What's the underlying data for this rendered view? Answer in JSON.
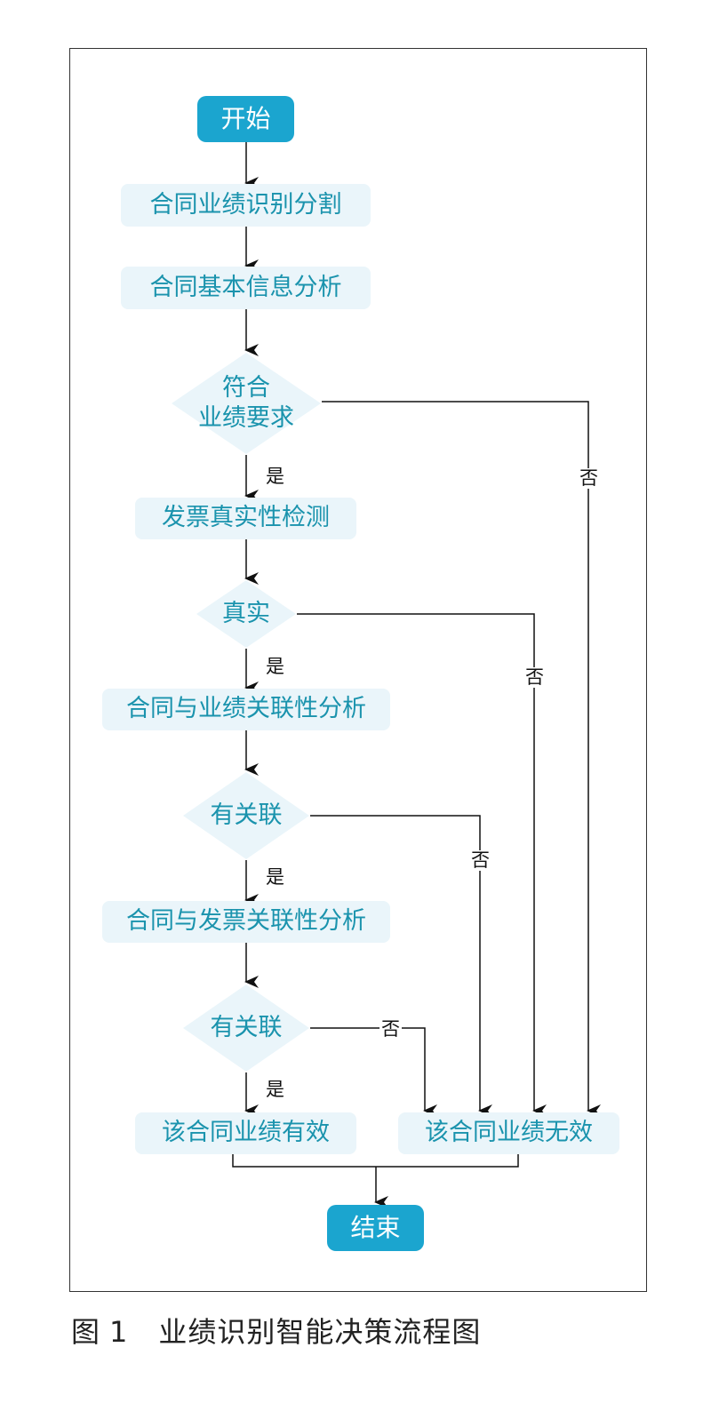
{
  "nodes": {
    "start": "开始",
    "segment": "合同业绩识别分割",
    "basic_info": "合同基本信息分析",
    "decision_requirement": [
      "符合",
      "业绩要求"
    ],
    "invoice_check": "发票真实性检测",
    "decision_real": "真实",
    "contract_perf_relation": "合同与业绩关联性分析",
    "decision_related_1": "有关联",
    "contract_invoice_relation": "合同与发票关联性分析",
    "decision_related_2": "有关联",
    "valid": "该合同业绩有效",
    "invalid": "该合同业绩无效",
    "end": "结束"
  },
  "edge_labels": {
    "yes": "是",
    "no": "否"
  },
  "caption": {
    "figure": "图",
    "number": "1",
    "title": "业绩识别智能决策流程图"
  },
  "colors": {
    "terminal_fill": "#1ba5cf",
    "process_fill": "#eaf5fa",
    "decision_fill": "#eaf5fa",
    "node_text": "#1a93ad",
    "line": "#111111",
    "frame": "#333333"
  }
}
